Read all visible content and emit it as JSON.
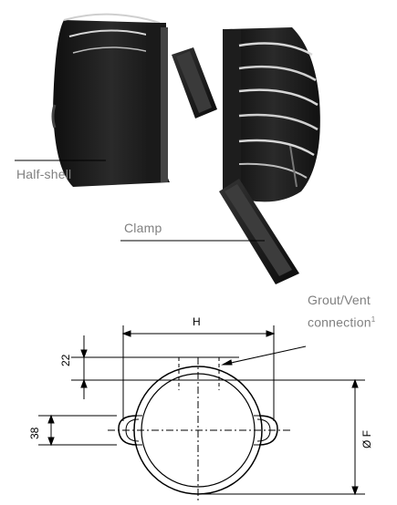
{
  "photo": {
    "labels": {
      "half_shell": "Half-shell",
      "clamp": "Clamp"
    }
  },
  "drawing": {
    "callout": {
      "line1": "Grout/Vent",
      "line2": "connection",
      "footnote": "1"
    },
    "dimensions": {
      "width": "H",
      "top_offset": "22",
      "clamp_height": "38",
      "diameter": "Ø F"
    }
  },
  "colors": {
    "part_black": "#1b1b1b",
    "label_grey": "#808080"
  }
}
